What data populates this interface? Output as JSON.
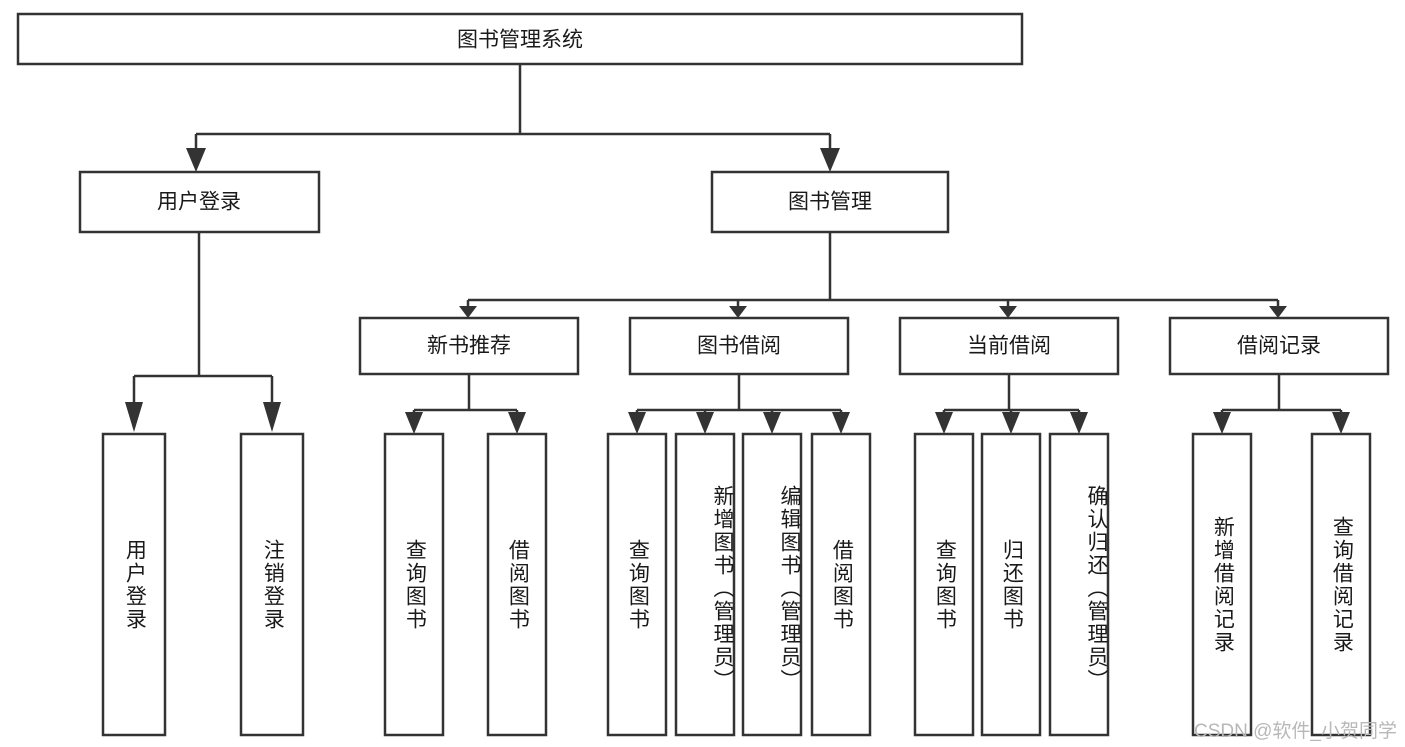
{
  "diagram": {
    "type": "tree-hierarchy",
    "title": "图书管理系统",
    "watermark": "CSDN @软件_小贺同学",
    "colors": {
      "stroke": "#333333",
      "fill": "#ffffff",
      "text": "#1a1a1a",
      "watermark": "#b8b8b8"
    },
    "levels": {
      "root": {
        "label": "图书管理系统"
      },
      "level2": [
        {
          "id": "user-login",
          "label": "用户登录"
        },
        {
          "id": "book-management",
          "label": "图书管理"
        }
      ],
      "level3": [
        {
          "id": "new-book-recommend",
          "label": "新书推荐",
          "parent": "book-management"
        },
        {
          "id": "book-borrow",
          "label": "图书借阅",
          "parent": "book-management"
        },
        {
          "id": "current-borrow",
          "label": "当前借阅",
          "parent": "book-management"
        },
        {
          "id": "borrow-record",
          "label": "借阅记录",
          "parent": "book-management"
        }
      ],
      "leaves": [
        {
          "id": "leaf-user-login",
          "label": "用户登录",
          "parent": "user-login"
        },
        {
          "id": "leaf-logout",
          "label": "注销登录",
          "parent": "user-login"
        },
        {
          "id": "leaf-query-book-1",
          "label": "查询图书",
          "parent": "new-book-recommend"
        },
        {
          "id": "leaf-borrow-book-1",
          "label": "借阅图书",
          "parent": "new-book-recommend"
        },
        {
          "id": "leaf-query-book-2",
          "label": "查询图书",
          "parent": "book-borrow"
        },
        {
          "id": "leaf-add-book",
          "label": "新增图书（管理员）",
          "parent": "book-borrow"
        },
        {
          "id": "leaf-edit-book",
          "label": "编辑图书（管理员）",
          "parent": "book-borrow"
        },
        {
          "id": "leaf-borrow-book-2",
          "label": "借阅图书",
          "parent": "book-borrow"
        },
        {
          "id": "leaf-query-book-3",
          "label": "查询图书",
          "parent": "current-borrow"
        },
        {
          "id": "leaf-return-book",
          "label": "归还图书",
          "parent": "current-borrow"
        },
        {
          "id": "leaf-confirm-return",
          "label": "确认归还（管理员）",
          "parent": "current-borrow"
        },
        {
          "id": "leaf-add-record",
          "label": "新增借阅记录",
          "parent": "borrow-record"
        },
        {
          "id": "leaf-query-record",
          "label": "查询借阅记录",
          "parent": "borrow-record"
        }
      ]
    }
  }
}
